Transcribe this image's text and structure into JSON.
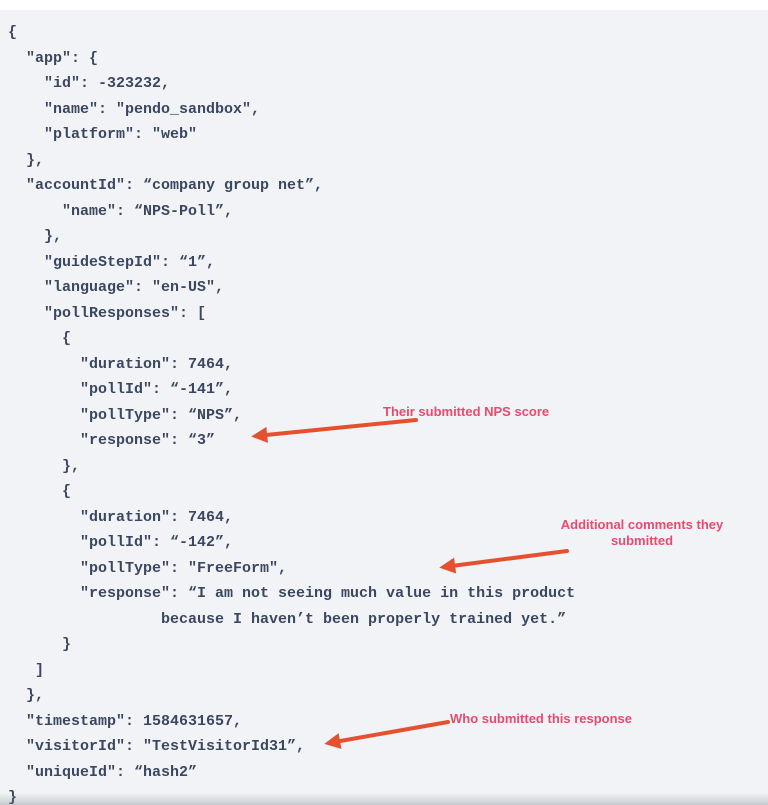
{
  "code": {
    "language": "json",
    "lines": [
      "{",
      "  \"app\": {",
      "    \"id\": -323232,",
      "    \"name\": \"pendo_sandbox\",",
      "    \"platform\": \"web\"",
      "  },",
      "  \"accountId\": “company group net”,",
      "      \"name\": “NPS-Poll”,",
      "    },",
      "    \"guideStepId\": “1”,",
      "    \"language\": \"en-US\",",
      "    \"pollResponses\": [",
      "      {",
      "        \"duration\": 7464,",
      "        \"pollId\": “-141”,",
      "        \"pollType\": “NPS”,",
      "        \"response\": “3”",
      "      },",
      "      {",
      "        \"duration\": 7464,",
      "        \"pollId\": “-142”,",
      "        \"pollType\": \"FreeForm\",",
      "        \"response\": “I am not seeing much value in this product",
      "                 because I haven’t been properly trained yet.”",
      "      }",
      "   ]",
      "  },",
      "  \"timestamp\": 1584631657,",
      "  \"visitorId\": \"TestVisitorId31”,",
      "  \"uniqueId\": “hash2”",
      "}"
    ]
  },
  "annotations": [
    {
      "label": "Their submitted NPS score"
    },
    {
      "label": "Additional comments they submitted"
    },
    {
      "label": "Who submitted this response"
    }
  ],
  "colors": {
    "background": "#f1f3f6",
    "top_strip": "#ffffff",
    "code_text": "#3b4761",
    "annotation_text": "#e94a6e",
    "arrow": "#e5502f"
  }
}
